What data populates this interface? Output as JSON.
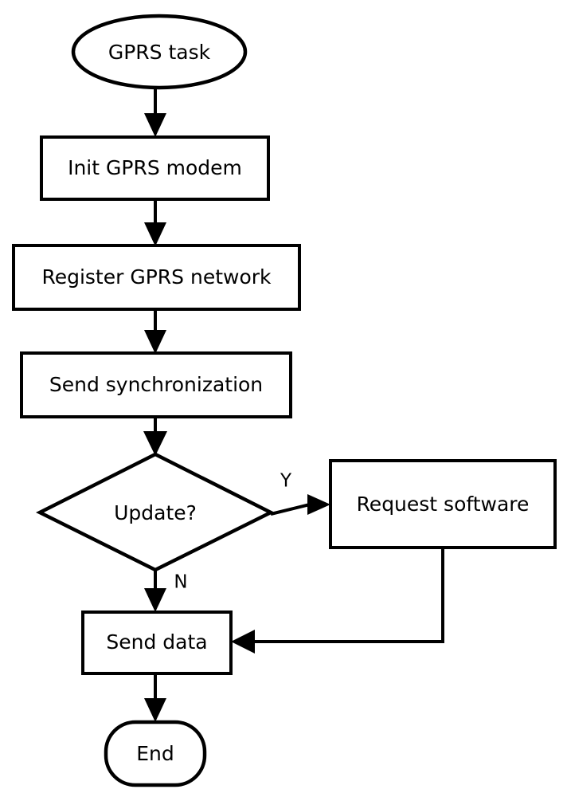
{
  "diagram": {
    "kind": "flowchart",
    "title": "GPRS task",
    "background_color": "#ffffff",
    "stroke_color": "#000000",
    "text_color": "#000000",
    "nodes": [
      {
        "id": "start",
        "shape": "ellipse",
        "label": "GPRS task"
      },
      {
        "id": "init-modem",
        "shape": "rectangle",
        "label": "Init GPRS modem"
      },
      {
        "id": "register-network",
        "shape": "rectangle",
        "label": "Register GPRS network"
      },
      {
        "id": "send-sync",
        "shape": "rectangle",
        "label": "Send synchronization"
      },
      {
        "id": "update-decision",
        "shape": "diamond",
        "label": "Update?"
      },
      {
        "id": "request-software",
        "shape": "rectangle",
        "label": "Request software"
      },
      {
        "id": "send-data",
        "shape": "rectangle",
        "label": "Send data"
      },
      {
        "id": "end",
        "shape": "rounded-rectangle",
        "label": "End"
      }
    ],
    "edges": [
      {
        "id": "start-to-init",
        "from": "start",
        "to": "init-modem",
        "label": ""
      },
      {
        "id": "init-to-register",
        "from": "init-modem",
        "to": "register-network",
        "label": ""
      },
      {
        "id": "register-to-sync",
        "from": "register-network",
        "to": "send-sync",
        "label": ""
      },
      {
        "id": "sync-to-update",
        "from": "send-sync",
        "to": "update-decision",
        "label": ""
      },
      {
        "id": "update-yes-to-request",
        "from": "update-decision",
        "to": "request-software",
        "label": "Y"
      },
      {
        "id": "update-no-to-send-data",
        "from": "update-decision",
        "to": "send-data",
        "label": "N"
      },
      {
        "id": "request-software-to-send-data",
        "from": "request-software",
        "to": "send-data",
        "label": ""
      },
      {
        "id": "send-data-to-end",
        "from": "send-data",
        "to": "end",
        "label": ""
      }
    ],
    "edge_labels": {
      "yes": "Y",
      "no": "N"
    }
  }
}
